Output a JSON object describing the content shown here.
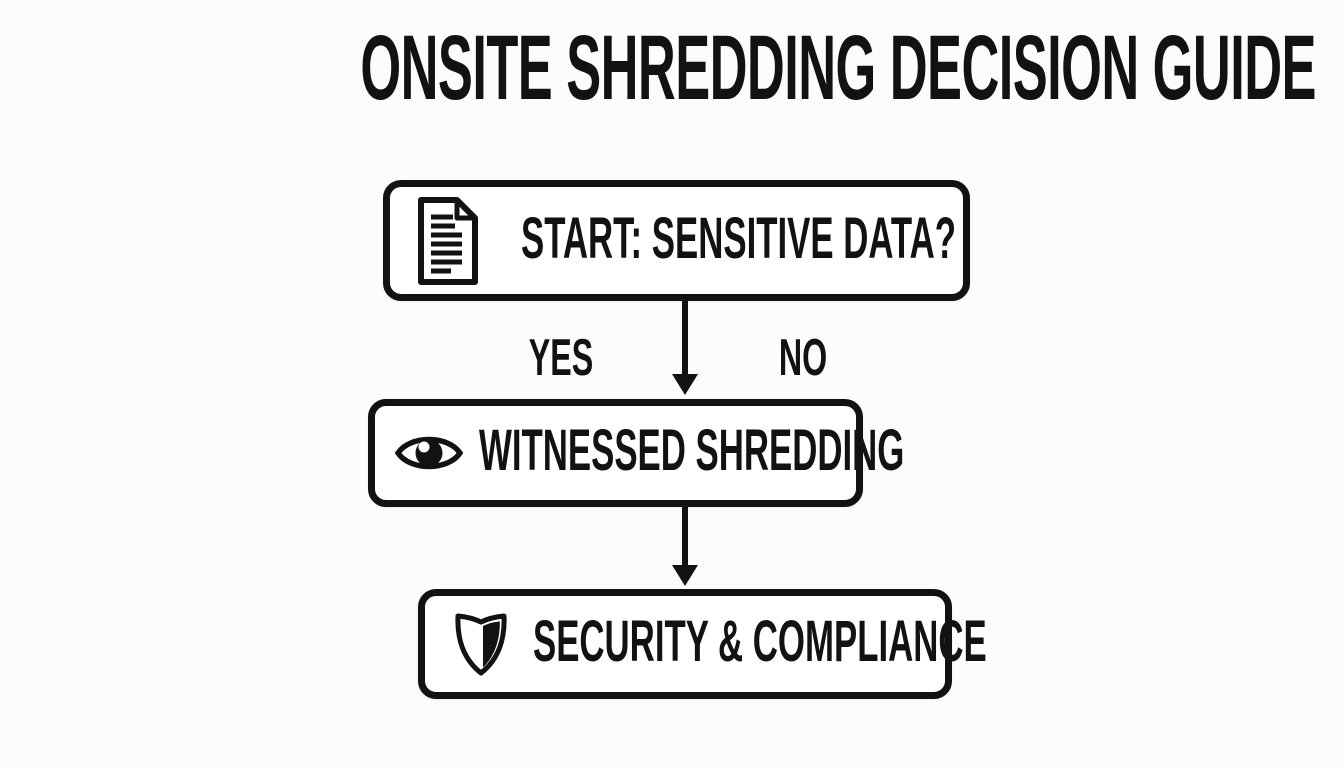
{
  "page": {
    "background": "#fcfcfb",
    "ink": "#121212",
    "title": "ONSITE SHREDDING DECISION GUIDE"
  },
  "flowchart": {
    "nodes": [
      {
        "id": "start",
        "icon": "document-icon",
        "label": "START: SENSITIVE DATA?"
      },
      {
        "id": "witnessed-shredding",
        "icon": "eye-icon",
        "label": "WITNESSED SHREDDING"
      },
      {
        "id": "security-compliance",
        "icon": "shield-icon",
        "label": "SECURITY & COMPLIANCE"
      }
    ],
    "edges": [
      {
        "from": "start",
        "to": "witnessed-shredding",
        "branch_labels": [
          "YES",
          "NO"
        ]
      },
      {
        "from": "witnessed-shredding",
        "to": "security-compliance",
        "branch_labels": []
      }
    ],
    "branch_labels": {
      "yes": "YES",
      "no": "NO"
    }
  }
}
